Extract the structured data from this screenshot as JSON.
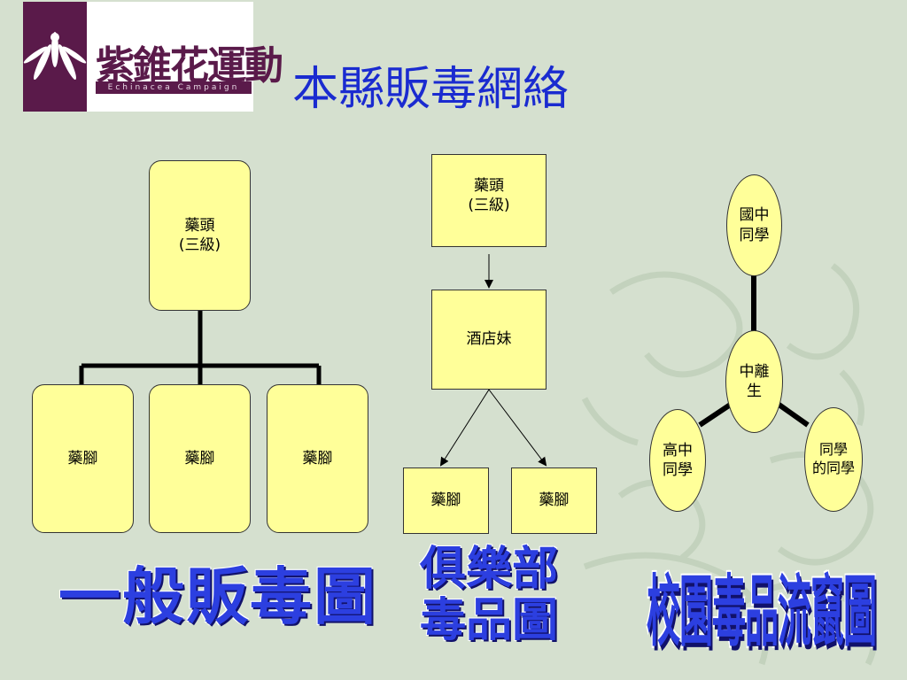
{
  "header": {
    "logo_text": "紫錐花運動",
    "logo_subtext": "Echinacea Campaign",
    "title": "本縣販毒網絡"
  },
  "diagram1": {
    "top": "藥頭\n(三級)",
    "children": [
      "藥腳",
      "藥腳",
      "藥腳"
    ],
    "caption": "一般販毒圖"
  },
  "diagram2": {
    "top": "藥頭\n(三級)",
    "middle": "酒店妹",
    "children": [
      "藥腳",
      "藥腳"
    ],
    "caption_line1": "俱樂部",
    "caption_line2": "毒品圖"
  },
  "diagram3": {
    "center": "中離\n生",
    "top": "國中\n同學",
    "left": "高中\n同學",
    "right": "同學\n的同學",
    "caption": "校園毒品流竄圖"
  },
  "colors": {
    "background": "#d5e0cf",
    "box_fill": "#ffff99",
    "title": "#1a2bd0",
    "caption": "#2c3fe0",
    "logo": "#5a1a4a"
  }
}
